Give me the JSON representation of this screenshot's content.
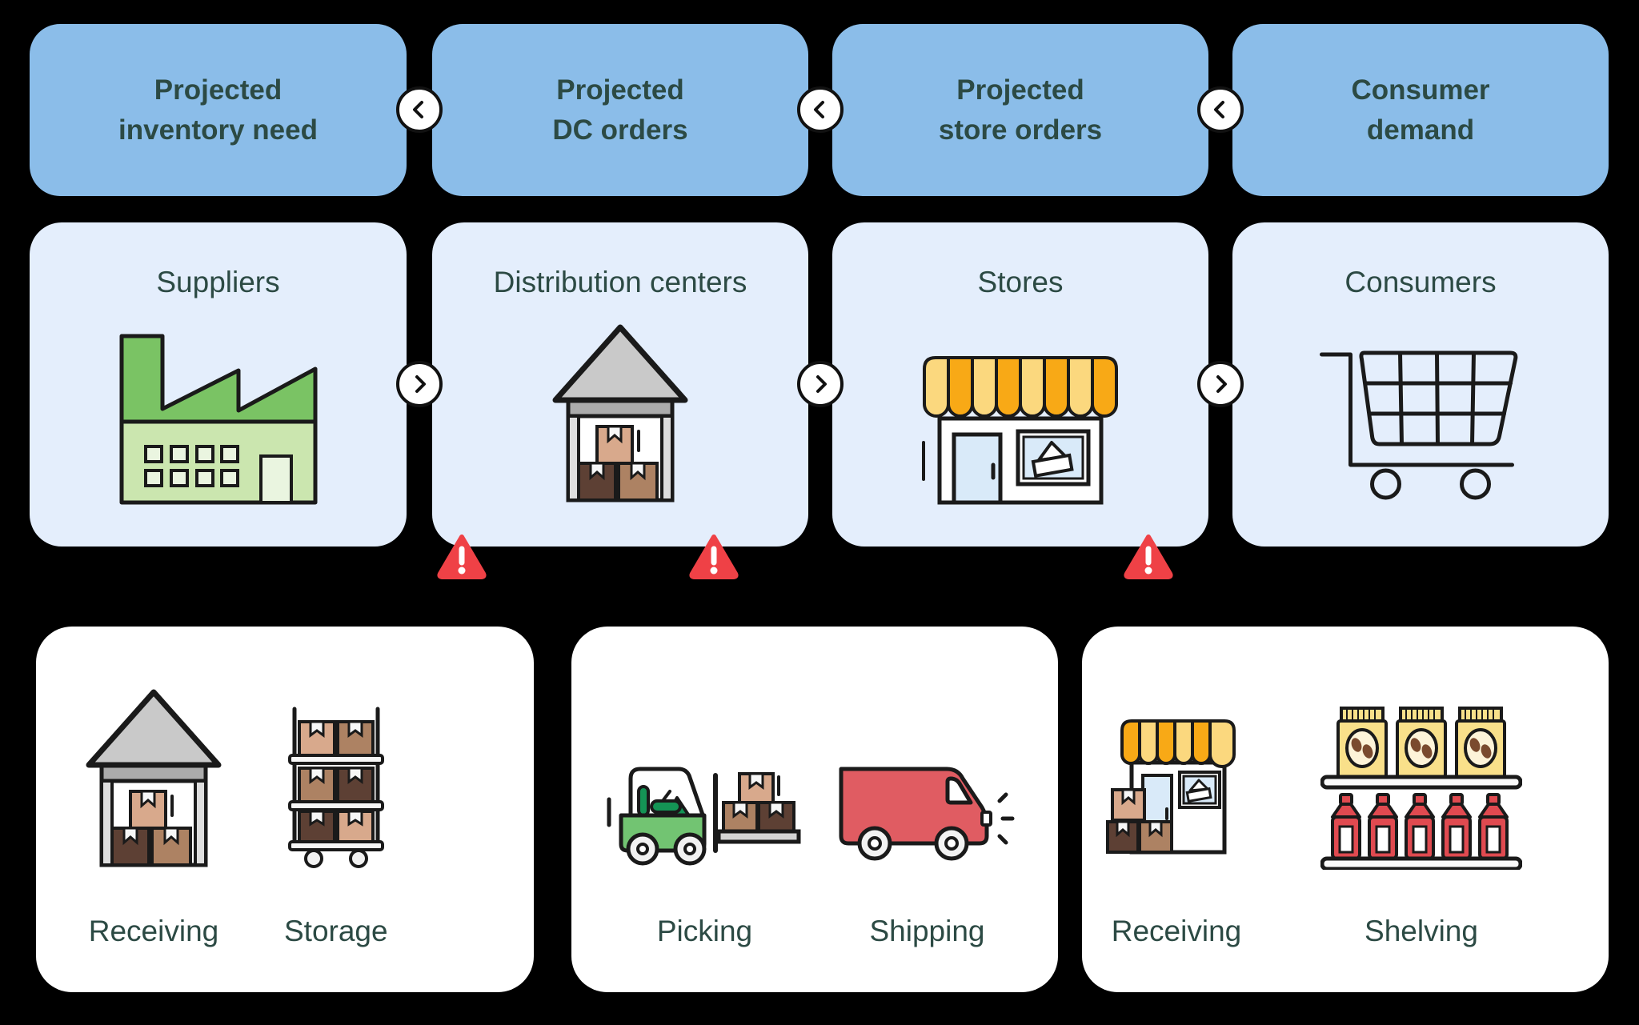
{
  "colors": {
    "background": "#000000",
    "stage_top_bg": "#8BBDE9",
    "stage_mid_bg": "#E4EEFC",
    "card_bg": "#FFFFFF",
    "text": "#2C4A44",
    "outline": "#1A1A1A",
    "warning_red": "#EF4146",
    "truck_red": "#E05C62",
    "ketchup_red": "#E04A50",
    "forklift_green": "#72C472",
    "forklift_green_dark": "#149455",
    "factory_green": "#7AC364",
    "factory_green_light": "#CBE6AF",
    "factory_window_green": "#EAF5E0",
    "awning_amber": "#F8A916",
    "awning_pale": "#FBD87E",
    "roof_gray": "#C9C9C9",
    "lintel_gray": "#ABABAB",
    "wall_gray": "#DEDEDE",
    "pallet_gray": "#D4D4D4",
    "box_tan": "#D8A98C",
    "box_brown": "#AD8263",
    "box_dark_brown": "#5D4034",
    "door_blue": "#D9EAF9",
    "coffee_bag_yellow": "#F9E08A",
    "coffee_label_cream": "#FDF3D8",
    "coffee_bean_brown": "#7A4A2E"
  },
  "top_row": {
    "stages": [
      {
        "line1": "Projected",
        "line2": "inventory need"
      },
      {
        "line1": "Projected",
        "line2": "DC orders"
      },
      {
        "line1": "Projected",
        "line2": "store orders"
      },
      {
        "line1": "Consumer",
        "line2": "demand"
      }
    ],
    "connector_symbol": "<",
    "connector_direction": "left"
  },
  "mid_row": {
    "stages": [
      {
        "title": "Suppliers",
        "icon": "factory-icon"
      },
      {
        "title": "Distribution centers",
        "icon": "warehouse-icon"
      },
      {
        "title": "Stores",
        "icon": "storefront-icon"
      },
      {
        "title": "Consumers",
        "icon": "shopping-cart-icon"
      }
    ],
    "connector_symbol": ">",
    "connector_direction": "right",
    "warning_symbol": "!",
    "warning_count": 3
  },
  "process_cards": [
    {
      "stations": [
        {
          "label": "Receiving",
          "icon": "warehouse-icon"
        },
        {
          "label": "Storage",
          "icon": "storage-rack-icon"
        }
      ]
    },
    {
      "stations": [
        {
          "label": "Picking",
          "icon": "forklift-icon"
        },
        {
          "label": "Shipping",
          "icon": "delivery-van-icon"
        }
      ]
    },
    {
      "stations": [
        {
          "label": "Receiving",
          "icon": "storefront-receiving-icon"
        },
        {
          "label": "Shelving",
          "icon": "shelf-products-icon"
        }
      ]
    }
  ]
}
